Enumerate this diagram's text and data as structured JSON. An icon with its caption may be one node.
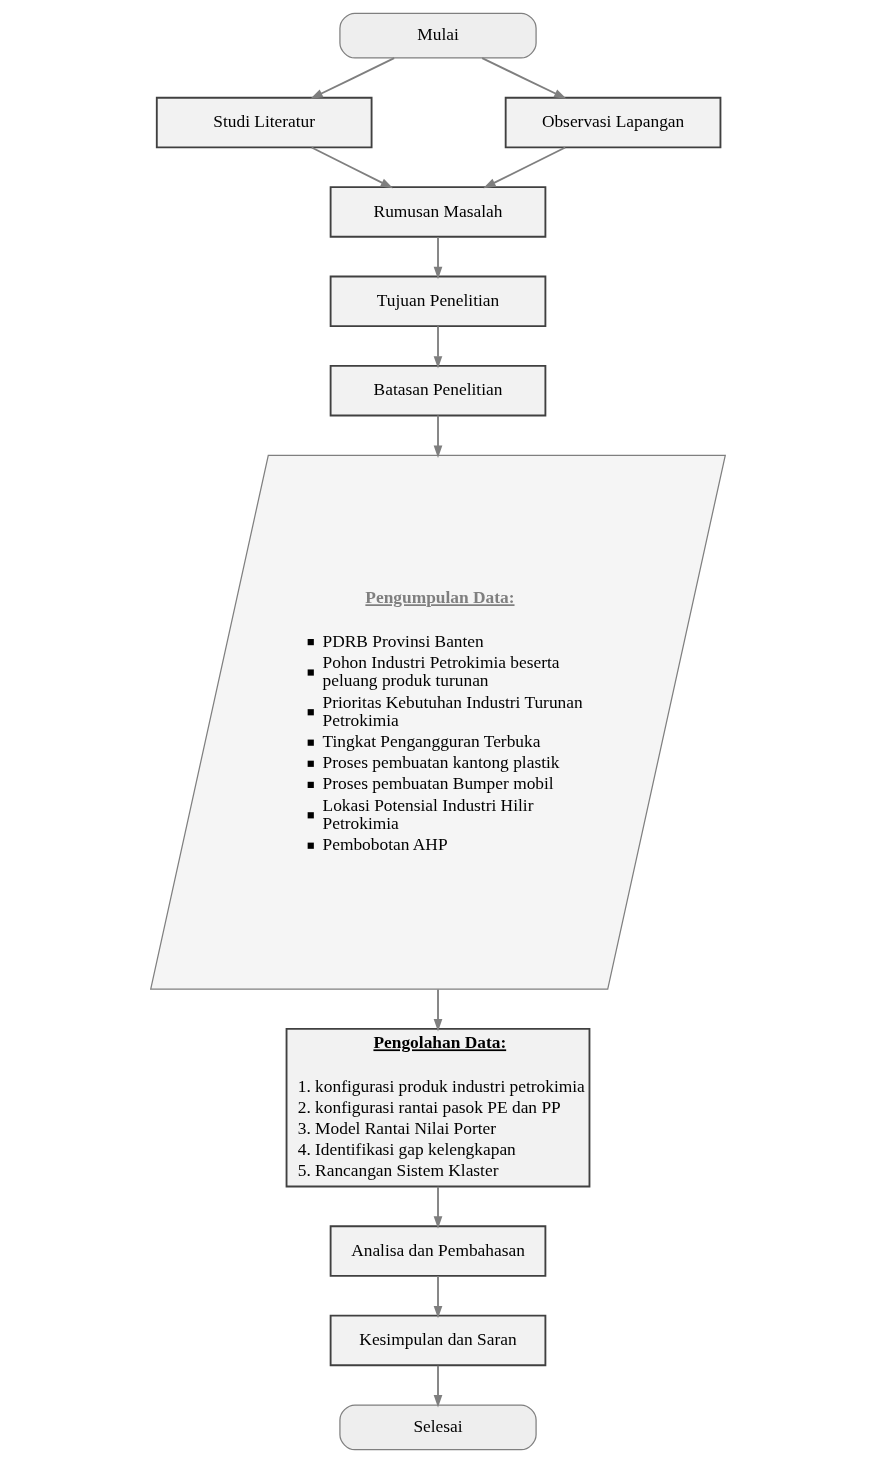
{
  "diagram": {
    "nodes": [
      {
        "text": [
          "Mulai"
        ]
      },
      {
        "text": [
          "Studi Literatur"
        ]
      },
      {
        "text": [
          "Observasi Lapangan"
        ]
      },
      {
        "text": [
          "Rumusan Masalah"
        ]
      },
      {
        "text": [
          "Tujuan Penelitian"
        ]
      },
      {
        "text": [
          "Batasan Penelitian"
        ]
      },
      {
        "text": [
          "Pengumpulan Data:",
          "PDRB Provinsi Banten",
          "Pohon Industri Petrokimia beserta peluang produk turunan",
          "Prioritas Kebutuhan Industri Turunan Petrokimia",
          "Tingkat Pengangguran Terbuka",
          "Proses pembuatan kantong plastik",
          "Proses pembuatan Bumper mobil",
          "Lokasi Potensial Industri Hilir Petrokimia",
          "Pembobotan AHP"
        ]
      },
      {
        "text": [
          "Pengolahan Data:",
          "1. konfigurasi produk industri petrokimia",
          "2. konfigurasi rantai pasok PE dan PP",
          "3. Model Rantai Nilai Porter",
          "4. Identifikasi gap kelengkapan",
          "5. Rancangan Sistem Klaster"
        ]
      },
      {
        "text": [
          "Analisa dan Pembahasan"
        ]
      },
      {
        "text": [
          "Kesimpulan dan Saran"
        ]
      },
      {
        "text": [
          "Selesai"
        ]
      }
    ],
    "edges": [
      {
        "from": 0,
        "to": 1,
        "arrow": "to"
      },
      {
        "from": 0,
        "to": 2,
        "arrow": "to"
      },
      {
        "from": 1,
        "to": 3,
        "arrow": "to"
      },
      {
        "from": 2,
        "to": 3,
        "arrow": "to"
      },
      {
        "from": 3,
        "to": 4,
        "arrow": "to"
      },
      {
        "from": 4,
        "to": 5,
        "arrow": "to"
      },
      {
        "from": 5,
        "to": 6,
        "arrow": "to"
      },
      {
        "from": 6,
        "to": 7,
        "arrow": "to"
      },
      {
        "from": 7,
        "to": 8,
        "arrow": "to"
      },
      {
        "from": 8,
        "to": 9,
        "arrow": "to"
      },
      {
        "from": 9,
        "to": 10,
        "arrow": "to"
      }
    ]
  }
}
